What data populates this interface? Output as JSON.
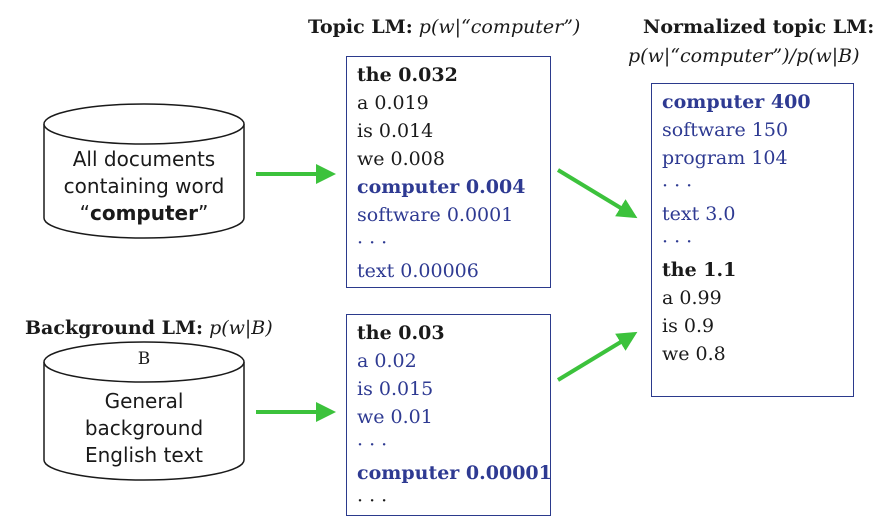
{
  "labels": {
    "topic_lm_bold": "Topic LM:",
    "topic_lm_formula": "p(w|“computer”)",
    "normalized_bold": "Normalized topic LM:",
    "normalized_formula": "p(w|“computer”)/p(w|B)",
    "background_bold": "Background LM:",
    "background_formula": "p(w|B)"
  },
  "cylinder_top": {
    "line1": "All documents",
    "line2": "containing word",
    "quote_open": "“",
    "bold_word": "computer",
    "quote_close": "”"
  },
  "cylinder_bottom": {
    "letter": "B",
    "line1": "General",
    "line2": "background",
    "line3": "English text"
  },
  "topic_box": [
    {
      "text": "the 0.032",
      "style": "bold black"
    },
    {
      "text": "a 0.019",
      "style": "black"
    },
    {
      "text": "is 0.014",
      "style": "black"
    },
    {
      "text": "we 0.008",
      "style": "black"
    },
    {
      "text": "computer 0.004",
      "style": "bold blue"
    },
    {
      "text": "software 0.0001",
      "style": "blue"
    },
    {
      "text": "· · ·",
      "style": "blue"
    },
    {
      "text": "text 0.00006",
      "style": "blue"
    }
  ],
  "background_box": [
    {
      "text": "the 0.03",
      "style": "bold black"
    },
    {
      "text": "a 0.02",
      "style": "blue"
    },
    {
      "text": "is 0.015",
      "style": "blue"
    },
    {
      "text": "we 0.01",
      "style": "blue"
    },
    {
      "text": "· · ·",
      "style": "blue"
    },
    {
      "text": "computer 0.00001",
      "style": "bold blue"
    },
    {
      "text": "· · ·",
      "style": "black"
    }
  ],
  "normalized_box": [
    {
      "text": "computer 400",
      "style": "bold blue"
    },
    {
      "text": "software 150",
      "style": "blue"
    },
    {
      "text": "program 104",
      "style": "blue"
    },
    {
      "text": "· · ·",
      "style": "blue"
    },
    {
      "text": "text 3.0",
      "style": "blue"
    },
    {
      "text": "· · ·",
      "style": "blue"
    },
    {
      "text": "the 1.1",
      "style": "bold black"
    },
    {
      "text": "a 0.99",
      "style": "black"
    },
    {
      "text": "is 0.9",
      "style": "black"
    },
    {
      "text": "we 0.8",
      "style": "black"
    }
  ],
  "colors": {
    "arrow": "#3cc23c",
    "box_border": "#2b3a8c",
    "blue_text": "#2e3a92"
  }
}
